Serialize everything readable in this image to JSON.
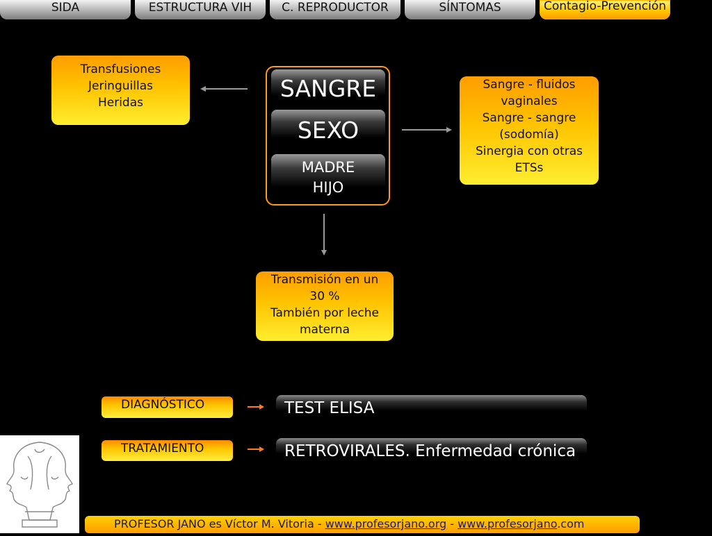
{
  "nav": {
    "tabs": [
      {
        "label": "SIDA"
      },
      {
        "label": "ESTRUCTURA VIH"
      },
      {
        "label": "C. REPRODUCTOR"
      },
      {
        "label": "SÍNTOMAS"
      },
      {
        "label": "Contagio-Prevención",
        "active": true
      }
    ]
  },
  "left_box": {
    "line1": "Transfusiones",
    "line2": "Jeringuillas",
    "line3": "Heridas"
  },
  "center": {
    "sangre": "SANGRE",
    "sexo": "SEXO",
    "madre": "MADRE",
    "hijo": "HIJO"
  },
  "right_box": {
    "line1": "Sangre - fluidos",
    "line2": "vaginales",
    "line3": "Sangre - sangre",
    "line4": "(sodomía)",
    "line5": "Sinergia con otras",
    "line6": "ETSs"
  },
  "bottom_box": {
    "line1": "Transmisión en un",
    "line2": "30 %",
    "line3": "También por leche",
    "line4": "materna"
  },
  "diagnostico": {
    "label": "DIAGNÓSTICO",
    "value": "TEST ELISA"
  },
  "tratamiento": {
    "label": "TRATAMIENTO",
    "value": "RETROVIRALES. Enfermedad crónica"
  },
  "footer": {
    "prefix": "PROFESOR JANO es Víctor M. Vitoria - ",
    "link1": "www.profesorjano.org",
    "sep": " - ",
    "link2_a": "www.",
    "link2_b": "profesorjano",
    "link2_c": ".com"
  },
  "colors": {
    "accent": "#ffc400",
    "dark": "#000000",
    "arrow": "#9a9a9a"
  }
}
